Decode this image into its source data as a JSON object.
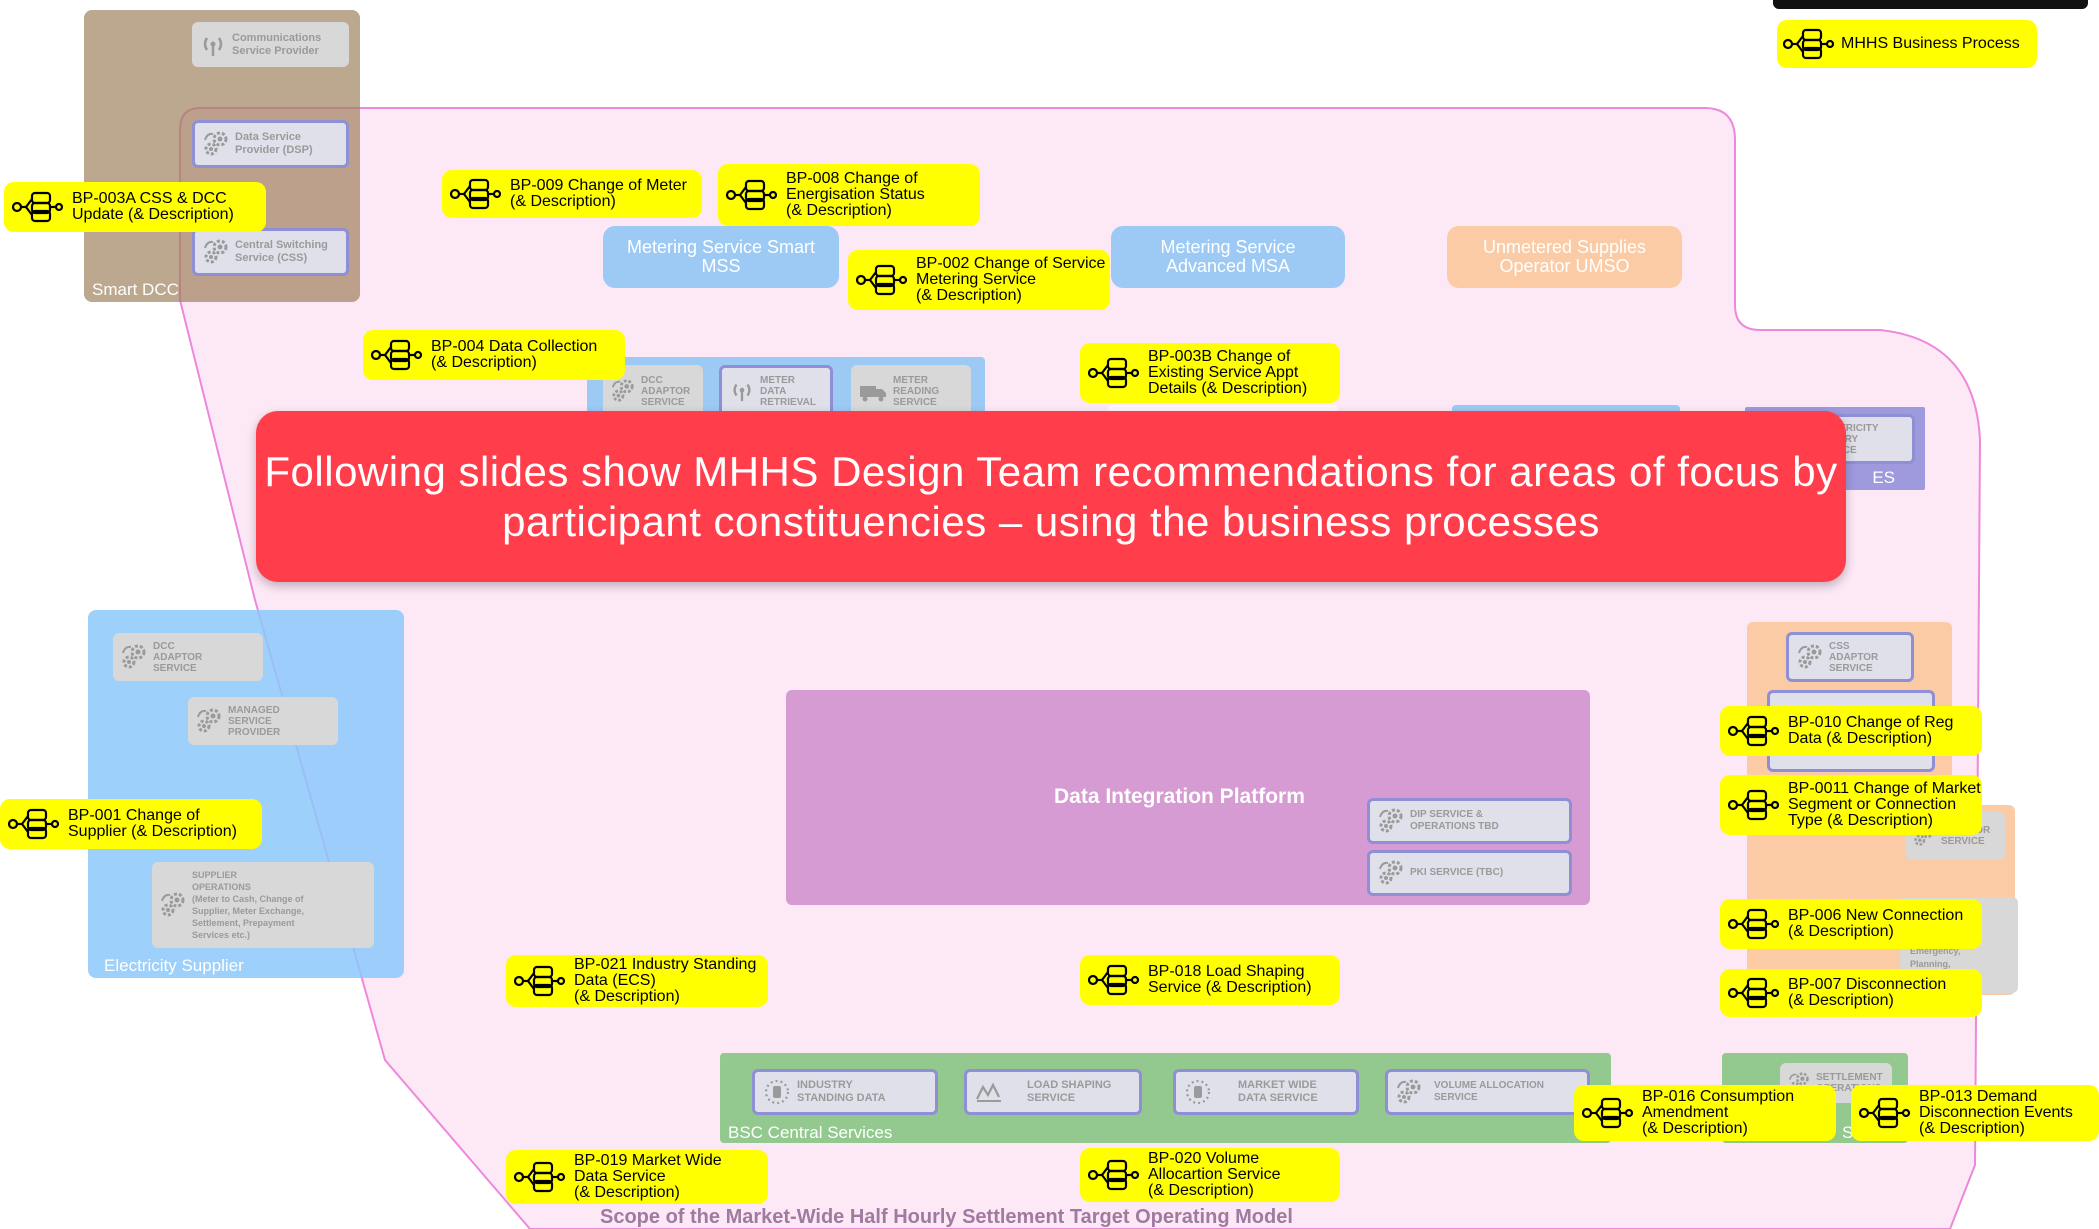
{
  "legend": {
    "label": "MHHS Business Process"
  },
  "banner": {
    "text": "Following slides show MHHS Design Team recommendations for areas of focus by participant constituencies – using the business processes"
  },
  "scope": {
    "label": "Scope of the Market-Wide Half Hourly Settlement Target Operating Model"
  },
  "smart_dcc": {
    "label": "Smart DCC",
    "services": [
      "Communications\nService Provider",
      "Data Service\nProvider (DSP)",
      "Central Switching\nService (CSS)"
    ]
  },
  "mss": {
    "label": "Metering Service Smart\nMSS"
  },
  "msa": {
    "label": "Metering Service\nAdvanced MSA"
  },
  "umso": {
    "label": "Unmetered Supplies\nOperator UMSO"
  },
  "metering_services": [
    "DCC\nADAPTOR\nSERVICE",
    "METER\nDATA\nRETRIEVAL",
    "METER\nREADING\nSERVICE"
  ],
  "electricity_enquiry": {
    "service": "ELECTRICITY\nENQUIRY\nSERVICE",
    "label": "ES"
  },
  "electricity_supplier": {
    "label": "Electricity Supplier",
    "services": [
      "DCC\nADAPTOR\nSERVICE",
      "MANAGED\nSERVICE\nPROVIDER",
      "SUPPLIER\nOPERATIONS\n(Meter to Cash, Change of\nSupplier, Meter Exchange,\nSettlement, Prepayment\nServices etc.)"
    ]
  },
  "dip": {
    "label": "Data Integration Platform",
    "services": [
      "DIP SERVICE &\nOPERATIONS TBD",
      "PKI SERVICE (TBC)"
    ]
  },
  "dno": {
    "services": [
      "CSS\nADAPTOR\nSERVICE",
      "ADAPTOR\nSERVICE",
      "NETWORK\nOPERATIONS\n(Connections,\nEmergency,\nPlanning,\nBilling etc.)"
    ]
  },
  "bsc": {
    "label": "BSC Central Services",
    "services": [
      "INDUSTRY\nSTANDING DATA",
      "LOAD SHAPING\nSERVICE",
      "MARKET WIDE\nDATA SERVICE",
      "VOLUME ALLOCATION\nSERVICE"
    ]
  },
  "settlement": {
    "service": "SETTLEMENT\nOPERATIONS",
    "label": "S"
  },
  "business_processes": [
    {
      "id": "bp003a",
      "label": "BP-003A CSS & DCC\nUpdate (& Description)"
    },
    {
      "id": "bp009",
      "label": "BP-009 Change of Meter\n(& Description)"
    },
    {
      "id": "bp008",
      "label": "BP-008 Change of\nEnergisation Status\n(& Description)"
    },
    {
      "id": "bp002",
      "label": "BP-002 Change of Service\nMetering Service\n(& Description)"
    },
    {
      "id": "bp004",
      "label": "BP-004 Data Collection\n(& Description)"
    },
    {
      "id": "bp003b",
      "label": "BP-003B Change of\nExisting Service Appt\nDetails (& Description)"
    },
    {
      "id": "bp001",
      "label": "BP-001 Change of\nSupplier (& Description)"
    },
    {
      "id": "bp010",
      "label": "BP-010 Change of Reg\nData (& Description)"
    },
    {
      "id": "bp0011",
      "label": "BP-0011 Change of Market\nSegment or Connection\nType (& Description)"
    },
    {
      "id": "bp006",
      "label": "BP-006 New Connection\n(& Description)"
    },
    {
      "id": "bp007",
      "label": "BP-007 Disconnection\n(& Description)"
    },
    {
      "id": "bp021",
      "label": "BP-021 Industry Standing\nData (ECS)\n(& Description)"
    },
    {
      "id": "bp018",
      "label": "BP-018 Load Shaping\nService (& Description)"
    },
    {
      "id": "bp016",
      "label": "BP-016 Consumption\nAmendment\n(& Description)"
    },
    {
      "id": "bp013",
      "label": "BP-013 Demand\nDisconnection Events\n(& Description)"
    },
    {
      "id": "bp019",
      "label": "BP-019 Market Wide\nData Service\n(& Description)"
    },
    {
      "id": "bp020",
      "label": "BP-020 Volume\nAllocartion Service\n(& Description)"
    }
  ],
  "colors": {
    "scope_fill": "#fde8f6",
    "scope_stroke": "#ee88dd",
    "bp_fill": "#ffff00",
    "banner": "#ff3d4b",
    "dip": "#d59bd2",
    "bsc": "#93c98f"
  }
}
